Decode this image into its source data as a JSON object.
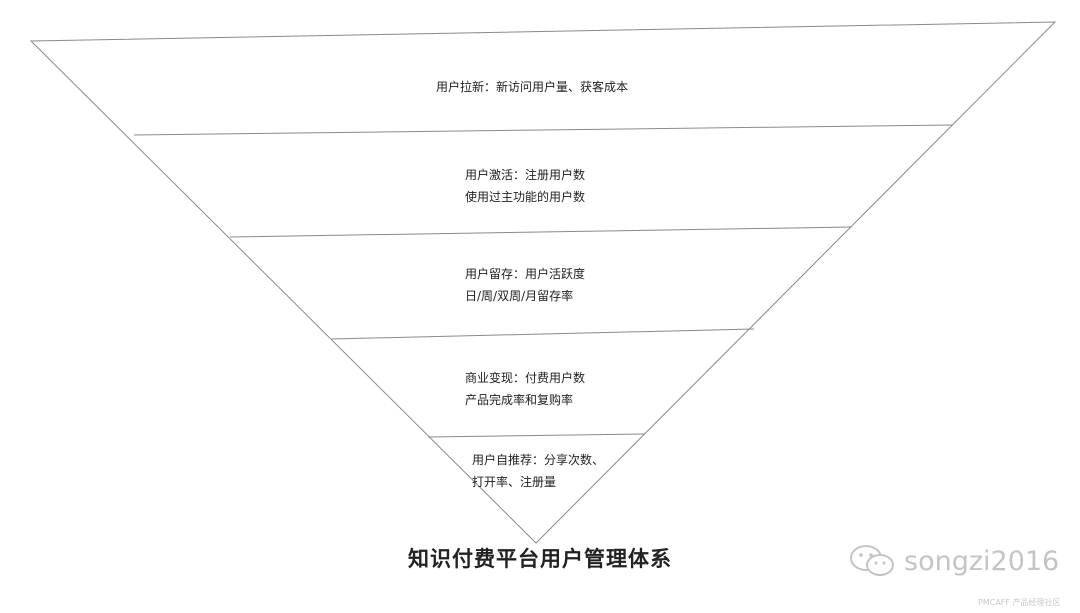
{
  "stages": [
    {
      "lines": [
        "用户拉新：新访问用户量、获客成本"
      ]
    },
    {
      "lines": [
        "用户激活：注册用户数",
        "使用过主功能的用户数"
      ]
    },
    {
      "lines": [
        "用户留存：用户活跃度",
        "日/周/双周/月留存率"
      ]
    },
    {
      "lines": [
        "商业变现：付费用户数",
        "产品完成率和复购率"
      ]
    },
    {
      "lines": [
        "用户自推荐：分享次数、",
        "打开率、注册量"
      ]
    }
  ],
  "title": "知识付费平台用户管理体系",
  "watermark": {
    "text": "songzi2016",
    "icon": "wechat-icon"
  },
  "footmark": "PMCAFF 产品经理社区",
  "colors": {
    "line": "#8a8a8a",
    "text": "#222222",
    "watermark": "#c4c4c4"
  }
}
